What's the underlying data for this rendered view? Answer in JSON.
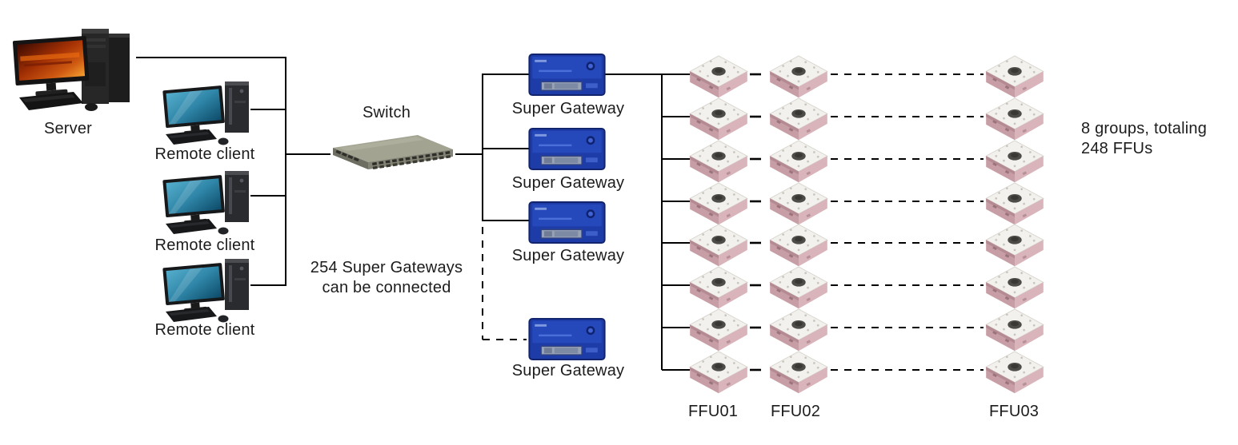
{
  "diagram": {
    "server": {
      "label": "Server"
    },
    "remote_clients": [
      {
        "label": "Remote client"
      },
      {
        "label": "Remote client"
      },
      {
        "label": "Remote client"
      }
    ],
    "switch": {
      "label": "Switch"
    },
    "gateway_note": {
      "line1": "254 Super Gateways",
      "line2": "can be connected"
    },
    "gateways": [
      {
        "label": "Super Gateway"
      },
      {
        "label": "Super Gateway"
      },
      {
        "label": "Super Gateway"
      },
      {
        "label": "Super Gateway"
      }
    ],
    "ffu_grid": {
      "rows": 8,
      "visible_columns": 3,
      "column_labels": [
        "FFU01",
        "FFU02",
        "FFU03"
      ]
    },
    "ffu_note": {
      "line1": "8 groups, totaling",
      "line2": "248 FFUs"
    },
    "colors": {
      "background": "#ffffff",
      "line": "#000000",
      "text": "#1c1c1c",
      "gateway_blue": "#1e3ca8",
      "gateway_blue_dark": "#12246e",
      "switch_gray": "#a3a392",
      "ffu_top": "#f2f1ed",
      "ffu_side_pink": "#c79ea5",
      "client_screen_teal": "#2f86a8",
      "server_screen_orange": "#cf5a12"
    }
  }
}
